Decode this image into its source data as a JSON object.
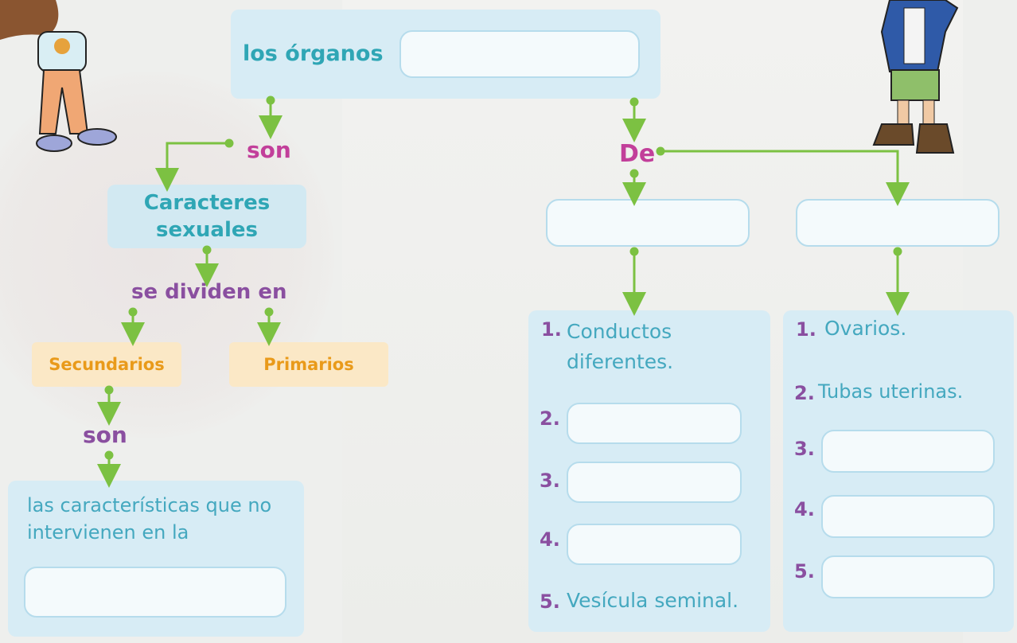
{
  "diagram": {
    "top_label": "los órganos",
    "son_1": "son",
    "de_label": "De",
    "caracteres": "Caracteres sexuales",
    "se_dividen": "se dividen en",
    "secundarios": "Secundarios",
    "primarios": "Primarios",
    "son_2": "son",
    "description": "las características que no intervienen en la",
    "male_list": {
      "n1": "1.",
      "t1": "Conductos diferentes.",
      "n2": "2.",
      "n3": "3.",
      "n4": "4.",
      "n5": "5.",
      "t5": "Vesícula seminal."
    },
    "female_list": {
      "n1": "1.",
      "t1": "Ovarios.",
      "n2": "2.",
      "t2": "Tubas uterinas.",
      "n3": "3.",
      "n4": "4.",
      "n5": "5."
    }
  },
  "colors": {
    "arrow": "#7cc142",
    "teal": "#2fa6b5",
    "pink": "#c23f9a",
    "purple": "#8a4fa0",
    "orange": "#e99a1a",
    "panel": "#d7ecf5"
  }
}
